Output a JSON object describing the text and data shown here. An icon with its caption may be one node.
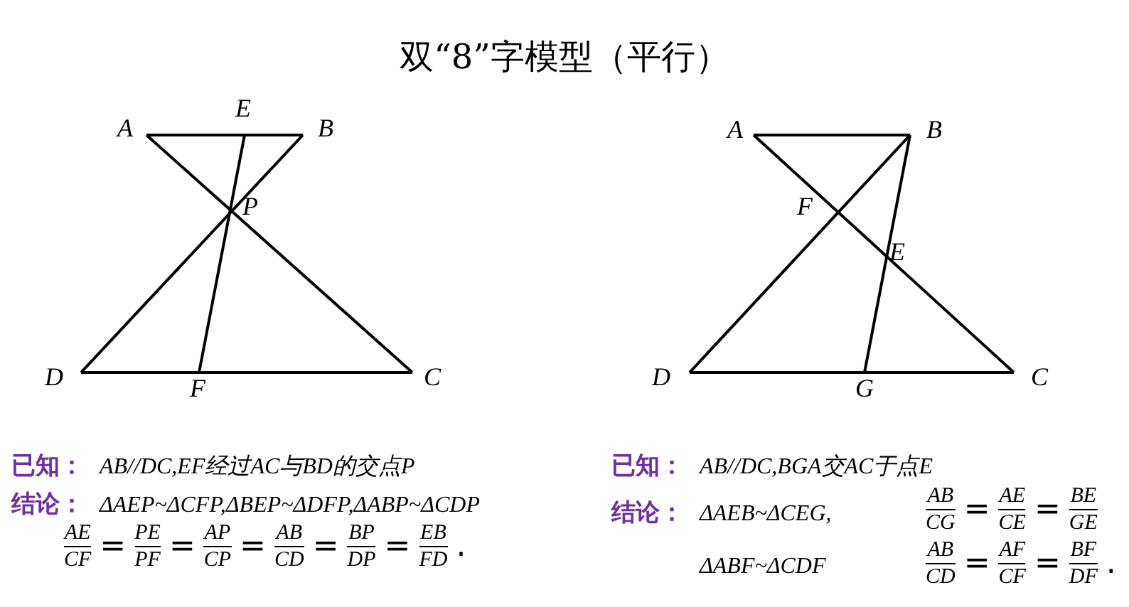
{
  "diagram": {
    "title": "双“8”字模型（平行）",
    "labels": [
      "A",
      "E",
      "B",
      "P",
      "D",
      "F",
      "C",
      "A",
      "B",
      "F",
      "E",
      "D",
      "G",
      "C",
      "已知：",
      "AB//DC,EF经过AC与BD的交点P",
      "结论：",
      "ΔAEP~ΔCFP,ΔBEP~ΔDFP,ΔABP~ΔCDP",
      "AE",
      "CF",
      "=",
      "PE",
      "PF",
      "=",
      "AP",
      "CP",
      "=",
      "AB",
      "CD",
      "=",
      "BP",
      "DP",
      "=",
      "EB",
      "FD",
      ".",
      "已知：",
      "AB//DC,BGA交AC于点E",
      "结论：",
      "ΔAEB~ΔCEG,",
      "ΔABF~ΔCDF",
      "AB",
      "CG",
      "=",
      "AE",
      "CE",
      "=",
      "BE",
      "GE",
      "AB",
      "CD",
      "=",
      "AF",
      "CF",
      "=",
      "BF",
      "DF",
      "."
    ]
  }
}
